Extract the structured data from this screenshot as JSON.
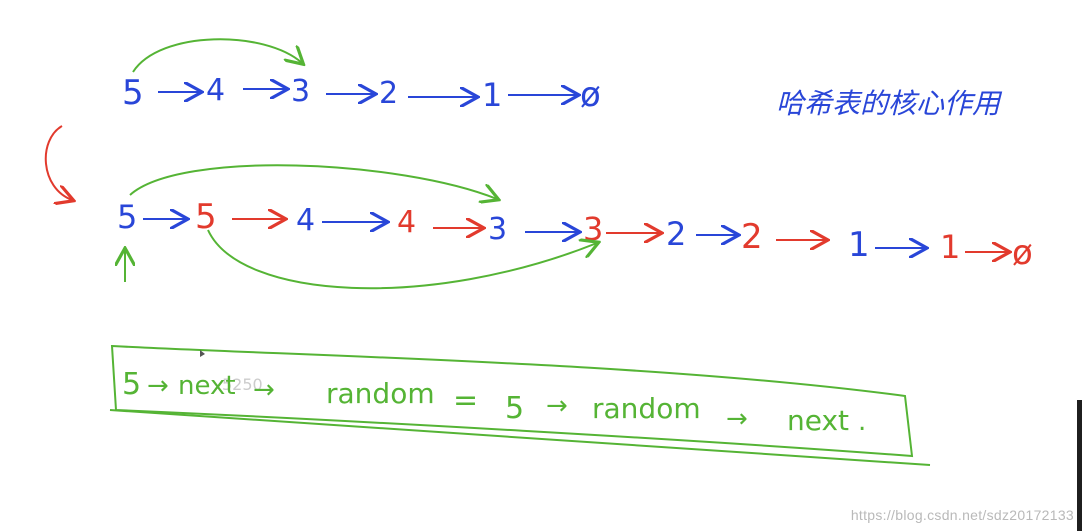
{
  "palette": {
    "blue": "#2946d8",
    "red": "#e23a2d",
    "green": "#55b435"
  },
  "row1": {
    "nodes": [
      {
        "label": "5",
        "color": "blue"
      },
      {
        "label": "4",
        "color": "blue"
      },
      {
        "label": "3",
        "color": "blue"
      },
      {
        "label": "2",
        "color": "blue"
      },
      {
        "label": "1",
        "color": "blue"
      },
      {
        "label": "ø",
        "color": "blue"
      }
    ]
  },
  "row2": {
    "nodes": [
      {
        "label": "5",
        "color": "blue"
      },
      {
        "label": "5",
        "color": "red"
      },
      {
        "label": "4",
        "color": "blue"
      },
      {
        "label": "4",
        "color": "red"
      },
      {
        "label": "3",
        "color": "blue"
      },
      {
        "label": "3",
        "color": "red"
      },
      {
        "label": "2",
        "color": "blue"
      },
      {
        "label": "2",
        "color": "red"
      },
      {
        "label": "1",
        "color": "blue"
      },
      {
        "label": "1",
        "color": "red"
      },
      {
        "label": "ø",
        "color": "red"
      }
    ]
  },
  "note_cn": "哈希表的核心作用",
  "formula": {
    "tokens": [
      "5",
      "→",
      "next",
      "→",
      "random",
      "=",
      "5",
      "→",
      "random",
      "→",
      "next",
      "."
    ]
  },
  "watermark": "https://blog.csdn.net/sdz20172133",
  "faint_mark": "5250"
}
